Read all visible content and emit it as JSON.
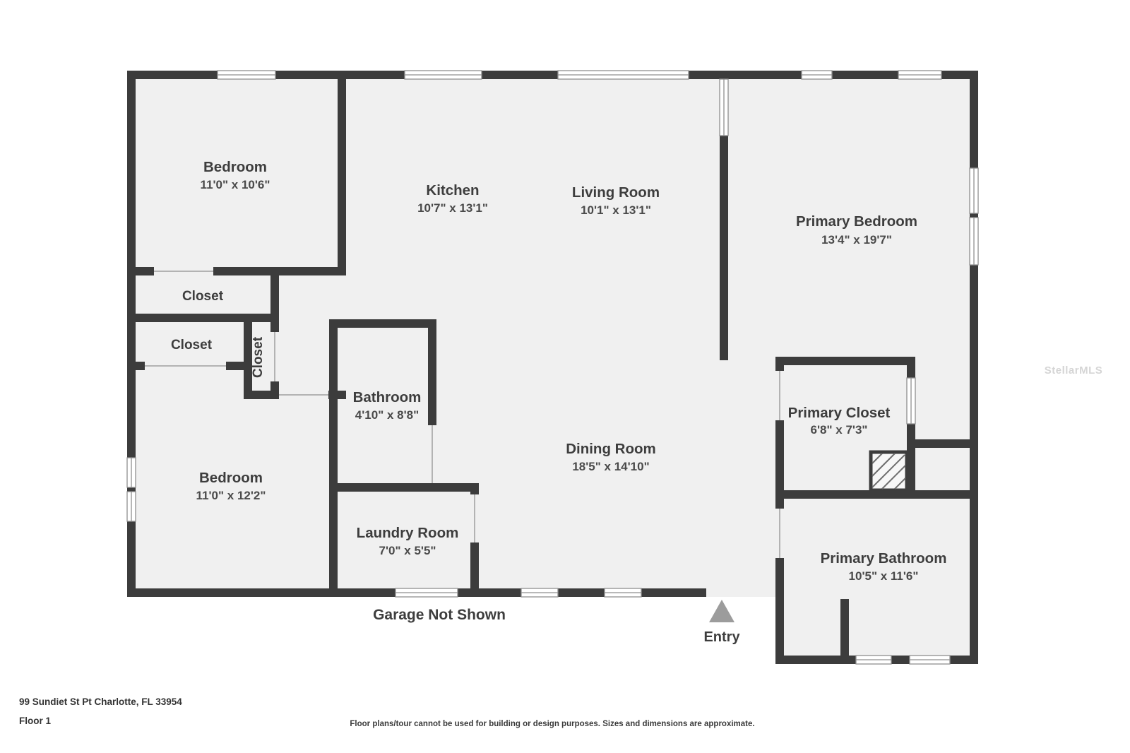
{
  "colors": {
    "wall": "#3c3c3c",
    "floor_fill": "#f0f0f0",
    "text_dark": "#3d3d3d",
    "window_outline": "#8f8f8f",
    "entry_arrow": "#9c9c9c",
    "watermark": "#d5d5d5",
    "background": "#ffffff"
  },
  "watermark": "StellarMLS",
  "annotations": {
    "garage": "Garage Not Shown",
    "entry": "Entry"
  },
  "footer": {
    "address": "99 Sundiet St Pt Charlotte, FL 33954",
    "floor": "Floor 1",
    "disclaimer": "Floor plans/tour cannot be used for building or design purposes. Sizes and dimensions are approximate."
  },
  "rooms": [
    {
      "name": "Bedroom",
      "dims": "11'0\" x 10'6\""
    },
    {
      "name": "Kitchen",
      "dims": "10'7\" x 13'1\""
    },
    {
      "name": "Living Room",
      "dims": "10'1\" x 13'1\""
    },
    {
      "name": "Primary Bedroom",
      "dims": "13'4\" x 19'7\""
    },
    {
      "name": "Closet",
      "dims": ""
    },
    {
      "name": "Closet",
      "dims": ""
    },
    {
      "name": "Closet",
      "dims": ""
    },
    {
      "name": "Bathroom",
      "dims": "4'10\" x 8'8\""
    },
    {
      "name": "Bedroom",
      "dims": "11'0\" x 12'2\""
    },
    {
      "name": "Dining Room",
      "dims": "18'5\" x 14'10\""
    },
    {
      "name": "Primary Closet",
      "dims": "6'8\" x 7'3\""
    },
    {
      "name": "Laundry Room",
      "dims": "7'0\" x 5'5\""
    },
    {
      "name": "Primary Bathroom",
      "dims": "10'5\" x 11'6\""
    }
  ]
}
